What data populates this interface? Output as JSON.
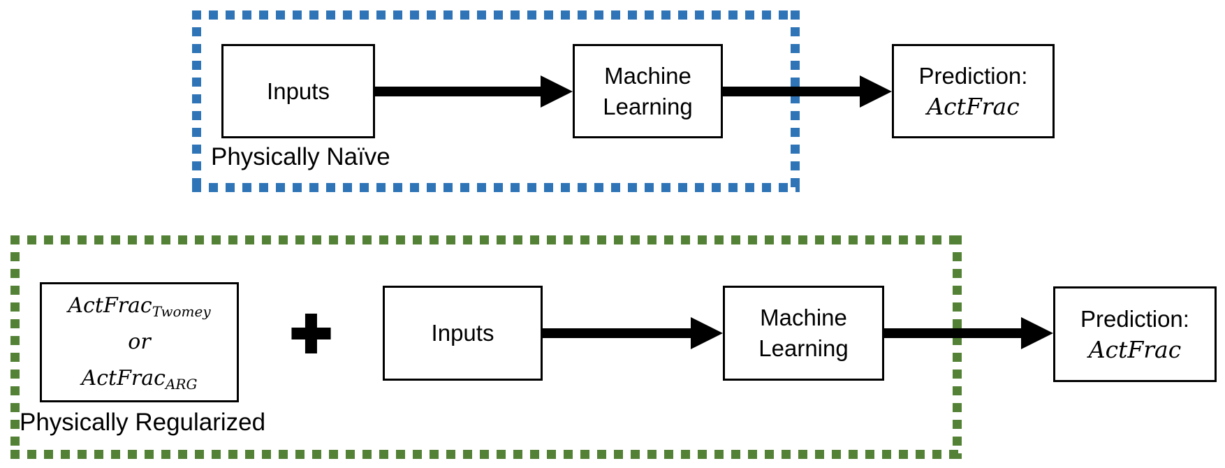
{
  "colors": {
    "naive_border": "#2E74B6",
    "regularized_border": "#538135",
    "box_border": "#000000",
    "arrow": "#000000",
    "background": "#FFFFFF"
  },
  "naive": {
    "label": "Physically Naïve",
    "inputs": "Inputs",
    "ml_line1": "Machine",
    "ml_line2": "Learning",
    "prediction_title": "Prediction:",
    "prediction_value": "ActFrac"
  },
  "regularized": {
    "label": "Physically Regularized",
    "constraint": {
      "option1_base": "ActFrac",
      "option1_sub": "Twomey",
      "connector": "or",
      "option2_base": "ActFrac",
      "option2_sub": "ARG"
    },
    "plus": "+",
    "inputs": "Inputs",
    "ml_line1": "Machine",
    "ml_line2": "Learning",
    "prediction_title": "Prediction:",
    "prediction_value": "ActFrac"
  }
}
